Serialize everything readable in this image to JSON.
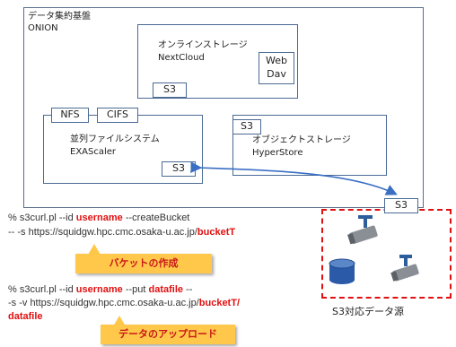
{
  "onion": {
    "title_jp": "データ集約基盤",
    "title_en": "ONION"
  },
  "online_storage": {
    "title_jp": "オンラインストレージ",
    "title_en": "NextCloud",
    "webdav_line1": "Web",
    "webdav_line2": "Dav",
    "s3": "S3"
  },
  "parallel_fs": {
    "nfs": "NFS",
    "cifs": "CIFS",
    "title_jp": "並列ファイルシステム",
    "title_en": "EXAScaler",
    "s3": "S3"
  },
  "object_storage": {
    "s3_top": "S3",
    "title_jp": "オブジェクトストレージ",
    "title_en": "HyperStore"
  },
  "external": {
    "s3": "S3",
    "caption": "S3対応データ源"
  },
  "commands": {
    "create": {
      "line1_prefix": "% s3curl.pl --id ",
      "line1_username": "username",
      "line1_suffix": " --createBucket",
      "line2_prefix": "-- -s https://squidgw.hpc.cmc.osaka-u.ac.jp/",
      "line2_bucket": "bucketT"
    },
    "put": {
      "line1_prefix": "% s3curl.pl --id ",
      "line1_username": "username",
      "line1_mid": " --put ",
      "line1_datafile": "datafile",
      "line1_suffix": " --",
      "line2_prefix": "-s -v https://squidgw.hpc.cmc.osaka-u.ac.jp/",
      "line2_bucket": "bucketT/",
      "line3_datafile": "datafile"
    }
  },
  "banners": {
    "create": "バケットの作成",
    "upload": "データのアップロード"
  },
  "colors": {
    "box_border": "#4a6a94",
    "highlight": "#e01010",
    "banner": "#ffc84a",
    "dashed": "#e01010",
    "arrow": "#3a6fc4",
    "icon": "#2e5d9c"
  },
  "icons": [
    "camera-icon",
    "camera-icon",
    "database-icon"
  ]
}
